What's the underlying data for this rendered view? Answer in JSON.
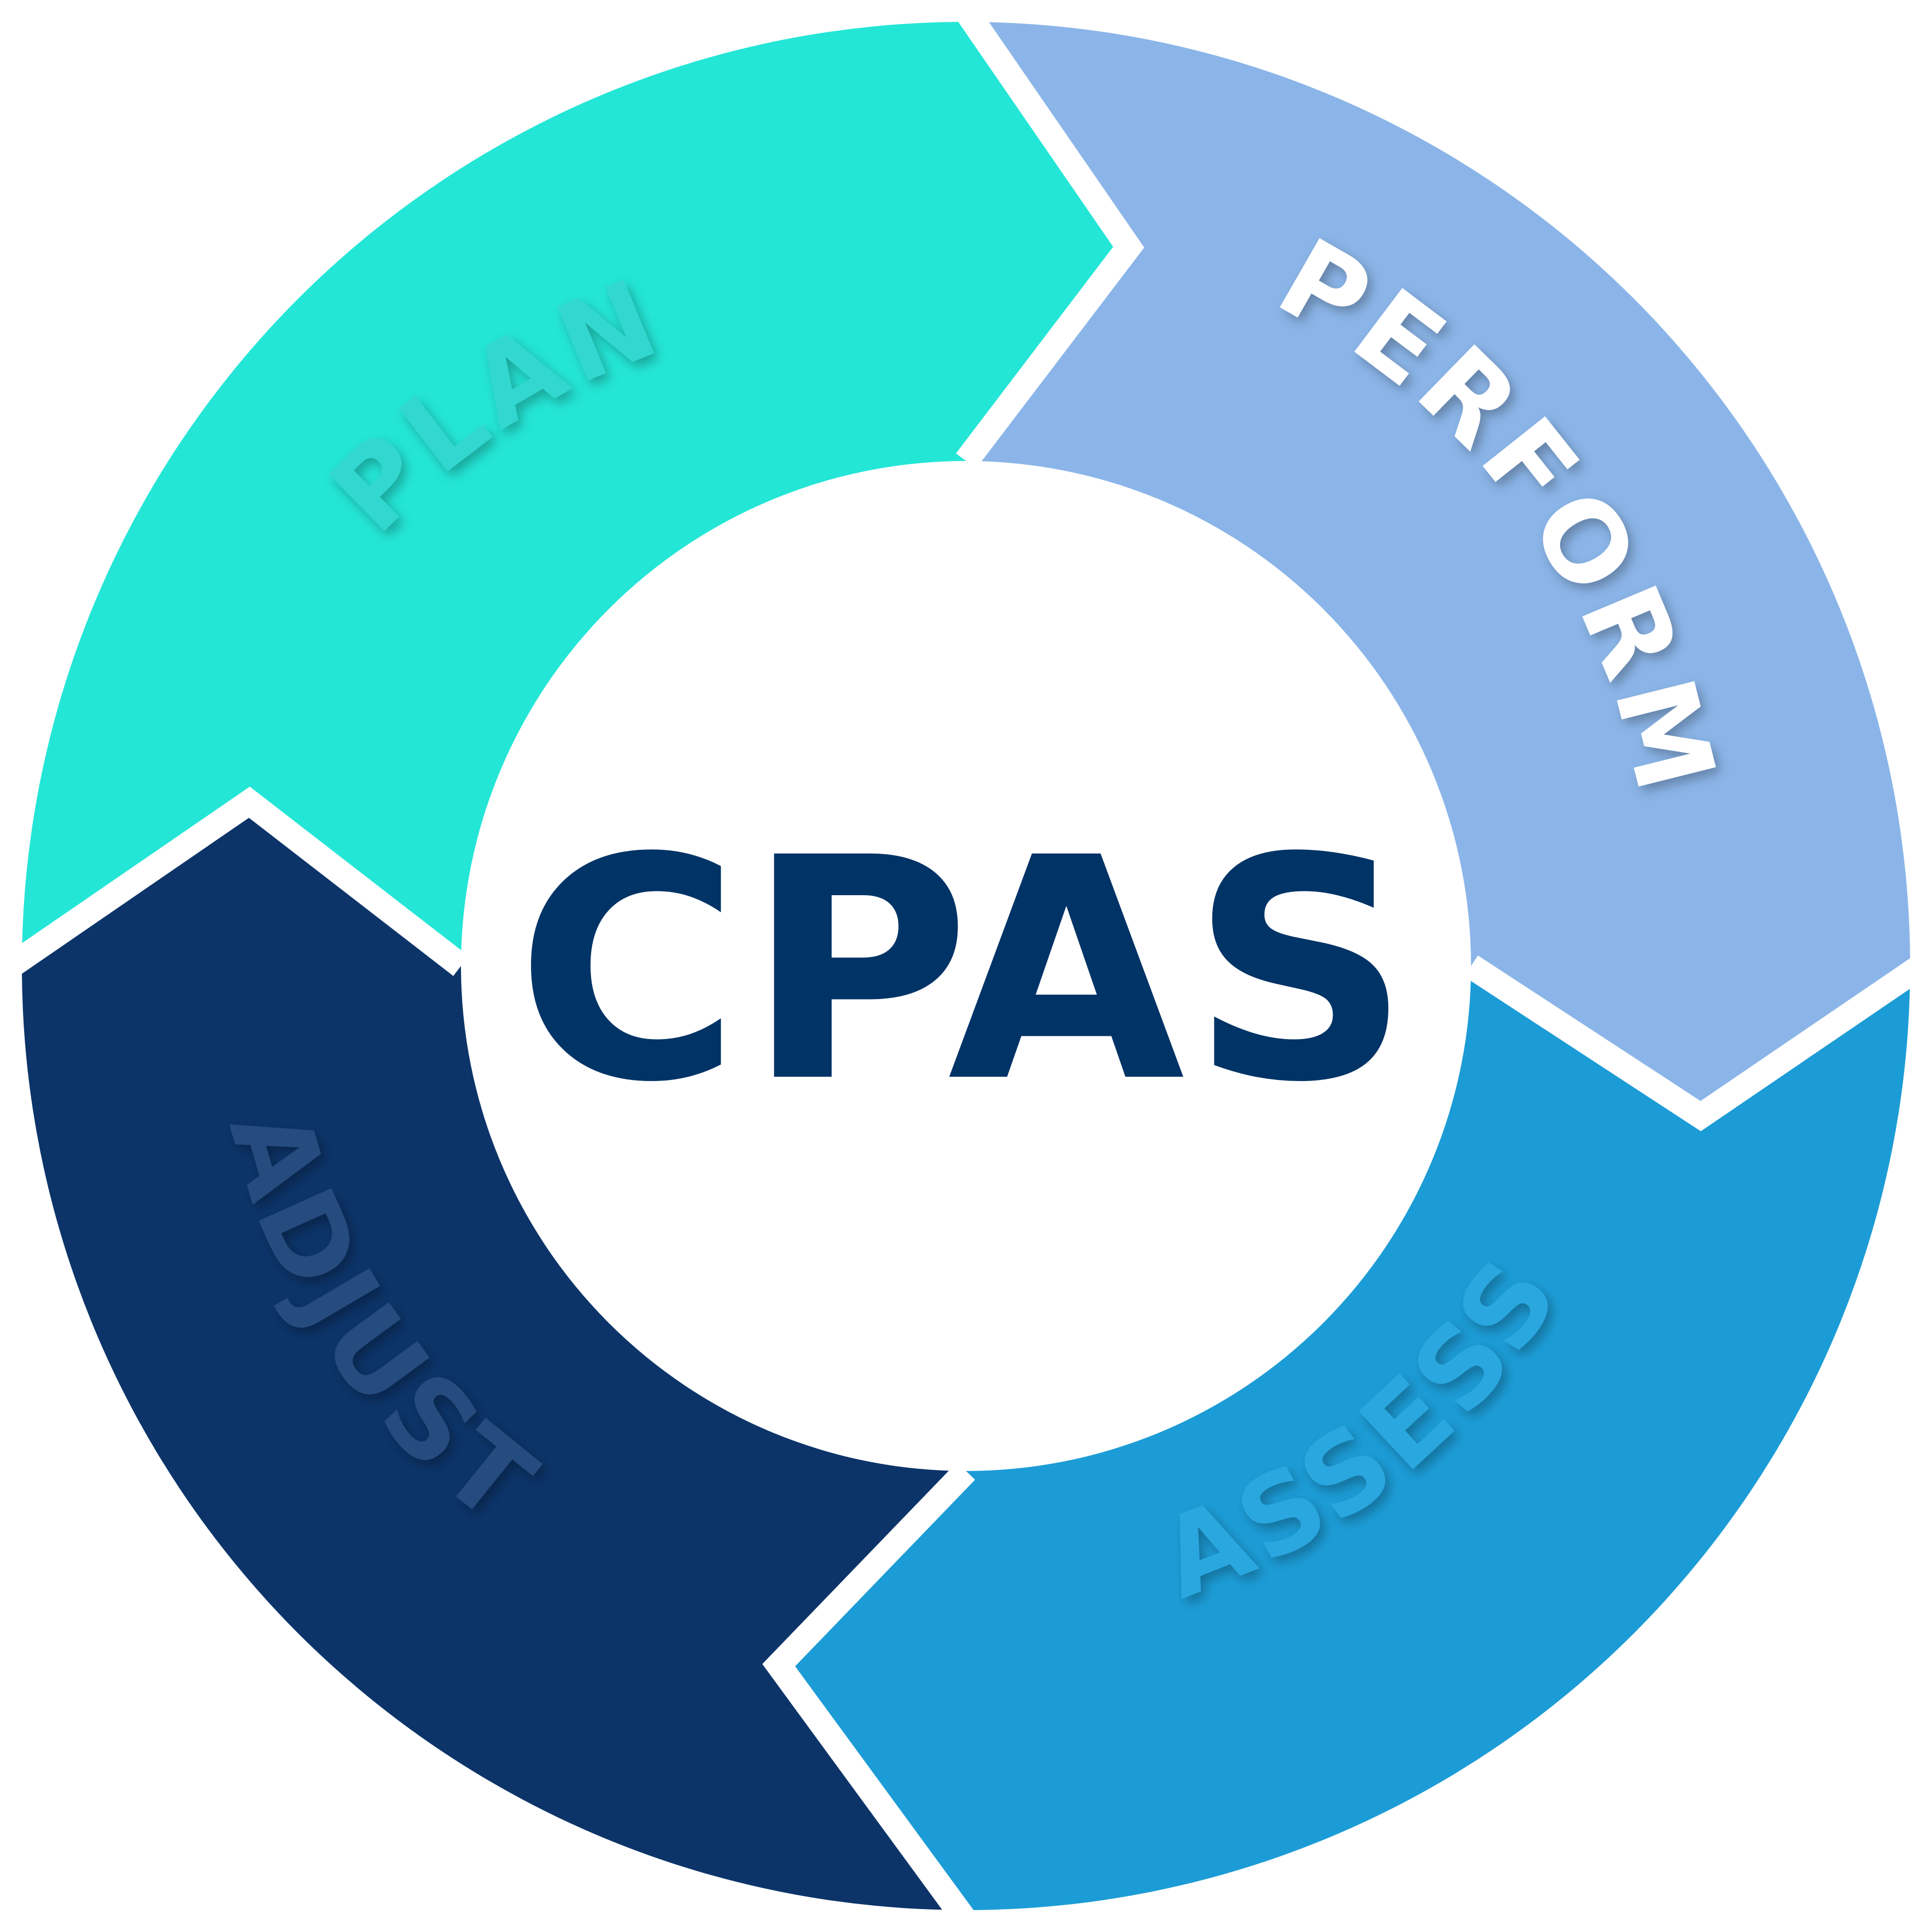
{
  "center": {
    "title": "CPAS",
    "color": "#003366"
  },
  "segments": [
    {
      "id": "plan",
      "label": "PLAN",
      "fill": "#24E6D6",
      "text_color": "#30D7D0"
    },
    {
      "id": "perform",
      "label": "PERFORM",
      "fill": "#8BB5E8",
      "text_color": "#FFFFFF"
    },
    {
      "id": "assess",
      "label": "ASSESS",
      "fill": "#1C9CD6",
      "text_color": "#2AA7DF"
    },
    {
      "id": "adjust",
      "label": "ADJUST",
      "fill": "#0C3469",
      "text_color": "#254C7E"
    }
  ],
  "ring": {
    "gap_color": "#FFFFFF",
    "center_fill": "#FFFFFF"
  }
}
